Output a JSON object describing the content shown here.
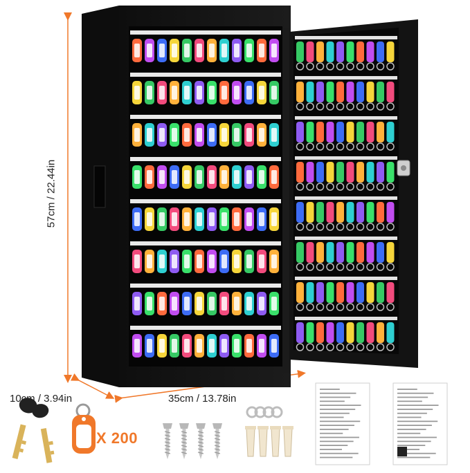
{
  "dimensions": {
    "height": "57cm / 22.44in",
    "depth": "10cm / 3.94in",
    "width": "35cm / 13.78in"
  },
  "accessories": {
    "tag_quantity": "X 200",
    "screw_count": 4,
    "washer_count": 4,
    "anchor_count": 4,
    "key_count": 2
  },
  "colors": {
    "cabinet": "#161616",
    "accent_orange": "#f0782a",
    "tag_palette": [
      "#ff6a3d",
      "#c14df0",
      "#3d6cf5",
      "#f5d53a",
      "#36c964",
      "#f24b7d",
      "#ffb13b",
      "#2ecfd1",
      "#8e5bf2",
      "#39e06a"
    ]
  }
}
